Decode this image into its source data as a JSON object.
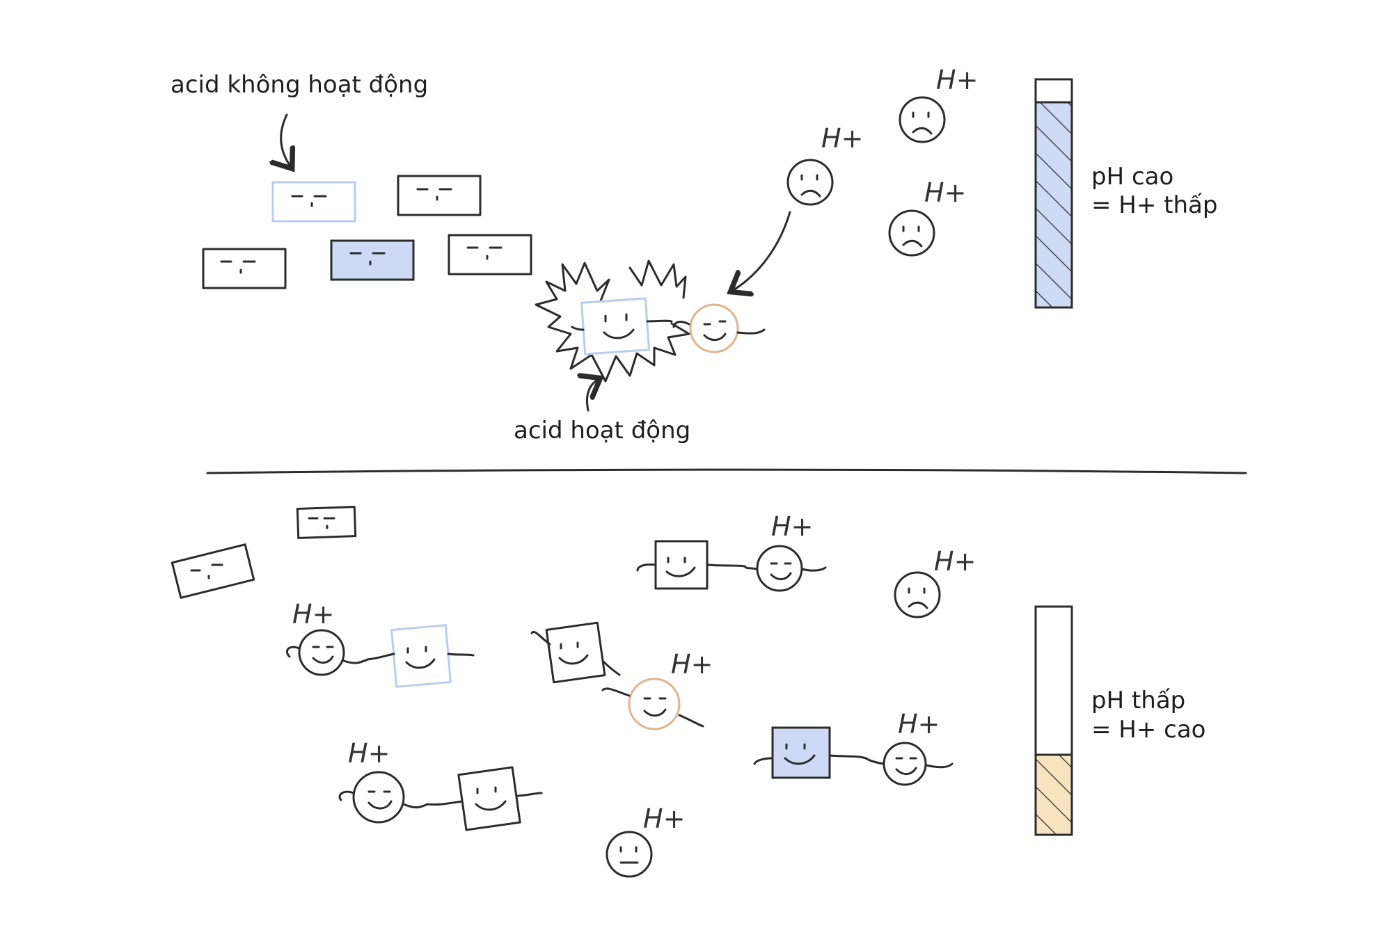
{
  "labels": {
    "inactive_acid": "acid không hoạt động",
    "active_acid": "acid hoạt động",
    "high_ph_line1": "pH cao",
    "high_ph_line2": "= H+ thấp",
    "low_ph_line1": "pH thấp",
    "low_ph_line2": "= H+ cao",
    "proton": "H+"
  },
  "meters": {
    "high_ph": {
      "level": 0.9,
      "color": "#cfdaf5"
    },
    "low_ph": {
      "level": 0.35,
      "color": "#f7e4bf"
    }
  },
  "colors": {
    "ink": "#2b2b2b",
    "blue_light": "#b9ccf2",
    "blue_fill": "#cdd9f5",
    "orange": "#e2b48a",
    "tan_fill": "#f7e4bf"
  }
}
